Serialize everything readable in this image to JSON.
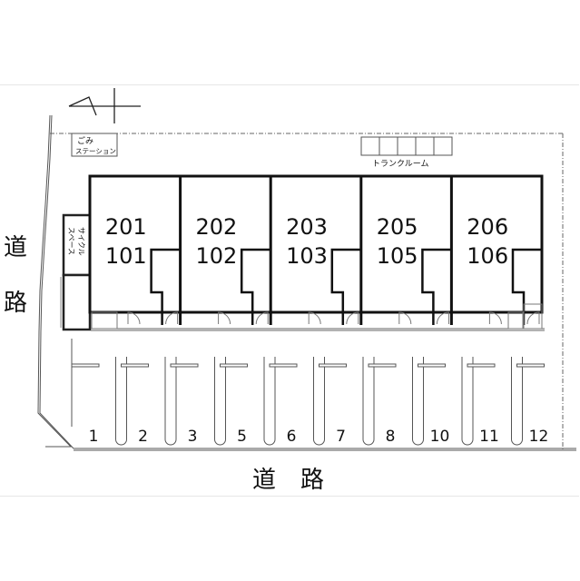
{
  "plan": {
    "roads": {
      "left": [
        "道",
        "路"
      ],
      "bottom": [
        "道",
        "路"
      ]
    },
    "facilities": {
      "garbage_station": [
        "ごみ",
        "ステーション"
      ],
      "cycle_space": [
        "サイクル",
        "スペース"
      ],
      "trunk_room": "トランクルーム"
    },
    "units": [
      {
        "upper": "201",
        "lower": "101"
      },
      {
        "upper": "202",
        "lower": "102"
      },
      {
        "upper": "203",
        "lower": "103"
      },
      {
        "upper": "205",
        "lower": "105"
      },
      {
        "upper": "206",
        "lower": "106"
      }
    ],
    "parking_spaces": [
      "1",
      "2",
      "3",
      "5",
      "6",
      "7",
      "8",
      "10",
      "11",
      "12"
    ],
    "north_arrow": "north-arrow",
    "trunk_room_cells": 5
  }
}
